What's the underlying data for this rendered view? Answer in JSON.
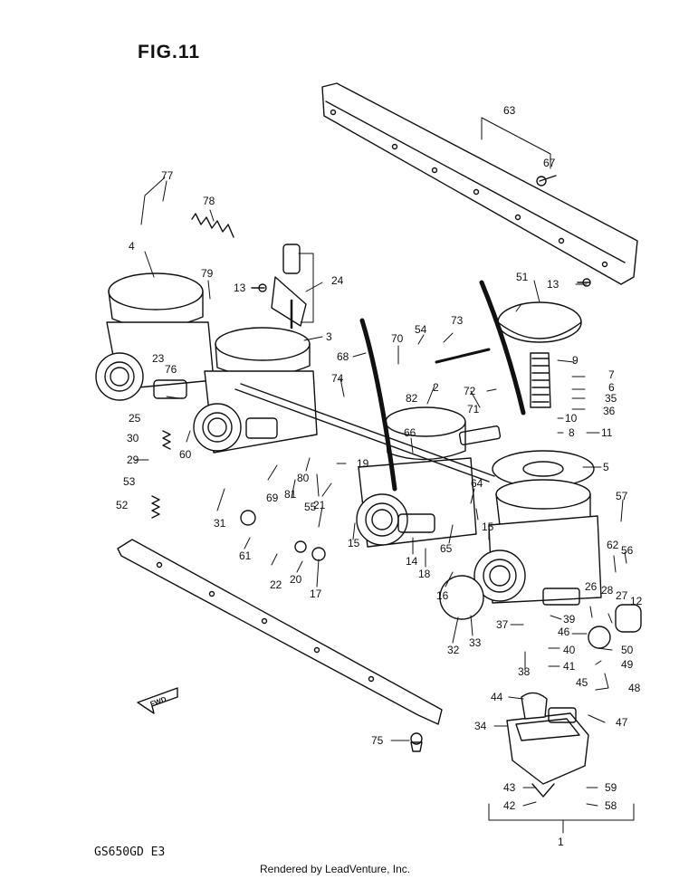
{
  "figure_title": "FIG.11",
  "model_code": "GS650GD  E3",
  "credit": "Rendered by LeadVenture, Inc.",
  "direction_label": "FWD",
  "callouts": [
    "1",
    "2",
    "3",
    "4",
    "5",
    "6",
    "7",
    "8",
    "9",
    "10",
    "11",
    "12",
    "13",
    "13",
    "14",
    "15",
    "15",
    "16",
    "17",
    "18",
    "19",
    "20",
    "21",
    "22",
    "23",
    "24",
    "25",
    "26",
    "27",
    "28",
    "29",
    "30",
    "31",
    "32",
    "33",
    "34",
    "35",
    "36",
    "37",
    "38",
    "39",
    "40",
    "41",
    "42",
    "43",
    "44",
    "45",
    "46",
    "47",
    "48",
    "49",
    "50",
    "51",
    "52",
    "53",
    "54",
    "55",
    "56",
    "57",
    "58",
    "59",
    "60",
    "61",
    "62",
    "63",
    "64",
    "65",
    "66",
    "67",
    "68",
    "69",
    "70",
    "71",
    "72",
    "73",
    "74",
    "75",
    "76",
    "77",
    "78",
    "79",
    "80",
    "81",
    "82"
  ]
}
